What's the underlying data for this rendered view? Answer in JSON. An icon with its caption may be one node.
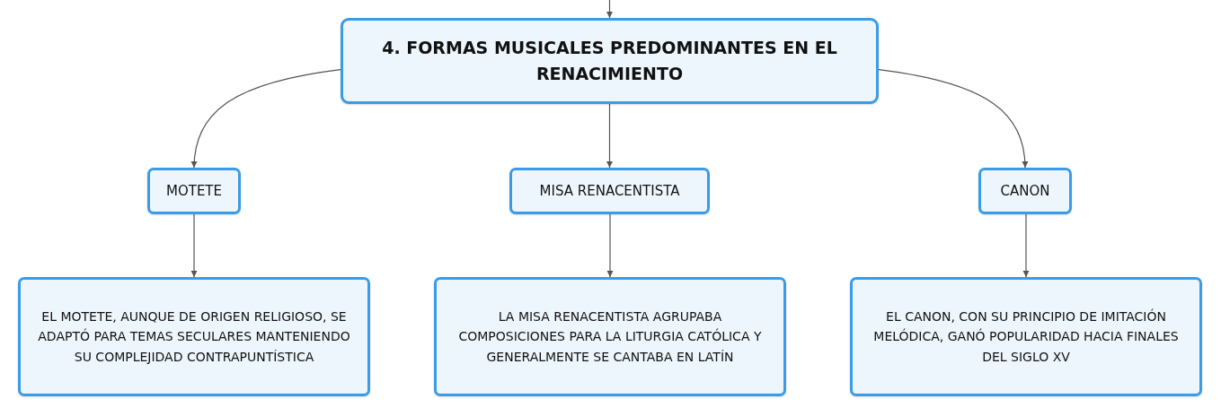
{
  "diagram": {
    "nodes": [
      {
        "text": [
          "4. FORMAS MUSICALES PREDOMINANTES EN EL RENACIMIENTO"
        ]
      },
      {
        "text": [
          "MOTETE"
        ]
      },
      {
        "text": [
          "MISA RENACENTISTA"
        ]
      },
      {
        "text": [
          "CANON"
        ]
      },
      {
        "text": [
          "EL MOTETE, AUNQUE DE ORIGEN RELIGIOSO, SE ADAPTÓ PARA TEMAS SECULARES MANTENIENDO SU COMPLEJIDAD CONTRAPUNTÍSTICA"
        ]
      },
      {
        "text": [
          "LA MISA RENACENTISTA AGRUPABA COMPOSICIONES PARA LA LITURGIA CATÓLICA Y GENERALMENTE SE CANTABA EN LATÍN"
        ]
      },
      {
        "text": [
          "EL CANON, CON SU PRINCIPIO DE IMITACIÓN MELÓDICA, GANÓ POPULARIDAD HACIA FINALES DEL SIGLO XV"
        ]
      }
    ],
    "edges": [
      {
        "from": null,
        "to": 0,
        "arrow": "to"
      },
      {
        "from": 0,
        "to": 1,
        "arrow": "to"
      },
      {
        "from": 0,
        "to": 2,
        "arrow": "to"
      },
      {
        "from": 0,
        "to": 3,
        "arrow": "to"
      },
      {
        "from": 1,
        "to": 4,
        "arrow": "to"
      },
      {
        "from": 2,
        "to": 5,
        "arrow": "to"
      },
      {
        "from": 3,
        "to": 6,
        "arrow": "to"
      }
    ]
  }
}
